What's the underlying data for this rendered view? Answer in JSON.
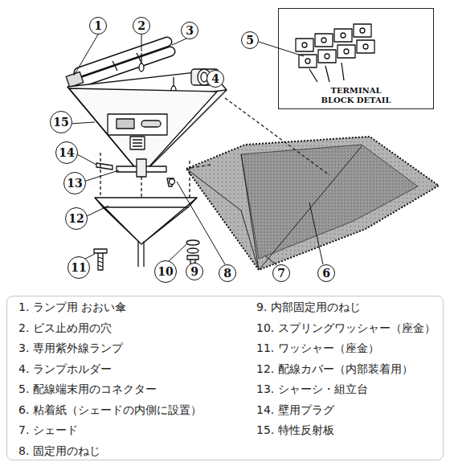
{
  "diagram": {
    "nodes": [
      {
        "text": [
          "1"
        ]
      },
      {
        "text": [
          "2"
        ]
      },
      {
        "text": [
          "3"
        ]
      },
      {
        "text": [
          "4"
        ]
      },
      {
        "text": [
          "5"
        ]
      },
      {
        "text": [
          "6"
        ]
      },
      {
        "text": [
          "7"
        ]
      },
      {
        "text": [
          "8"
        ]
      },
      {
        "text": [
          "9"
        ]
      },
      {
        "text": [
          "10"
        ]
      },
      {
        "text": [
          "11"
        ]
      },
      {
        "text": [
          "12"
        ]
      },
      {
        "text": [
          "13"
        ]
      },
      {
        "text": [
          "14"
        ]
      },
      {
        "text": [
          "15"
        ]
      },
      {
        "text": [
          "TERMINAL BLOCK DETAIL"
        ]
      },
      {
        "text": [
          "1. ランプ用 おおい傘",
          "2. ビス止め用の穴",
          "3. 専用紫外線ランプ",
          "4. ランプホルダー",
          "5. 配線端末用のコネクター",
          "6. 粘着紙（シェードの内側に設置）",
          "7. シェード",
          "8. 固定用のねじ",
          "9. 内部固定用のねじ",
          "10. スプリングワッシャー（座金）",
          "11. ワッシャー（座金）",
          "12. 配線カバー（内部装着用）",
          "13. シャーシ・組立台",
          "14. 壁用プラグ",
          "15. 特性反射板"
        ]
      }
    ]
  }
}
